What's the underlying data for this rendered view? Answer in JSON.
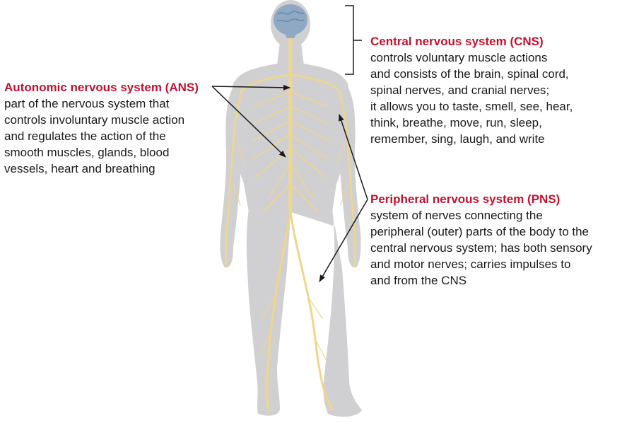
{
  "colors": {
    "title": "#c8102e",
    "text": "#1a1a1a",
    "body": "#d0d0d2",
    "nerves": "#f0d68a",
    "brain": "#8fa8c4",
    "pointer": "#1a1a1a"
  },
  "icons": [
    "human-body-silhouette",
    "brain-icon"
  ],
  "ans": {
    "title": "Autonomic nervous system (ANS)",
    "lines": [
      "part of the nervous system that",
      "controls involuntary muscle action",
      "and regulates the action of the",
      "smooth muscles, glands, blood",
      "vessels, heart and breathing"
    ]
  },
  "cns": {
    "title": "Central nervous system (CNS)",
    "lines": [
      "controls voluntary muscle actions",
      "and consists of the brain, spinal cord,",
      "spinal nerves, and cranial nerves;",
      "it allows you to taste, smell, see, hear,",
      "think, breathe, move, run, sleep,",
      "remember, sing, laugh, and write"
    ]
  },
  "pns": {
    "title": "Peripheral nervous system (PNS)",
    "lines": [
      "system of nerves connecting the",
      "peripheral (outer) parts of the body to the",
      "central nervous system; has both sensory",
      "and motor nerves; carries impulses to",
      "and from the CNS"
    ]
  }
}
